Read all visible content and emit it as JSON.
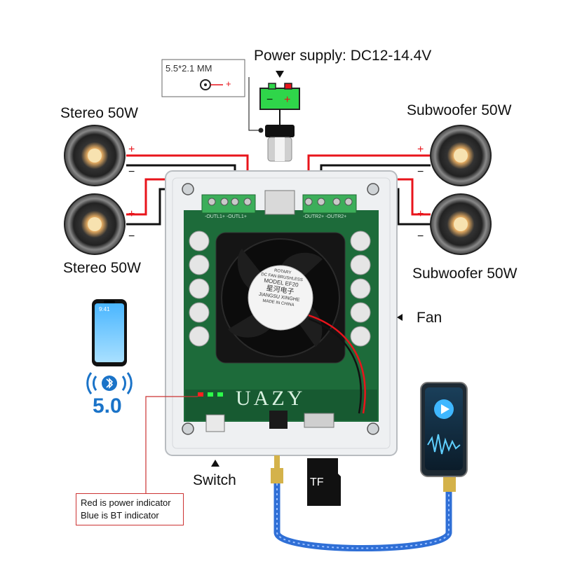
{
  "labels": {
    "power_supply": "Power supply: DC12-14.4V",
    "jack_size": "5.5*2.1 MM",
    "plus": "+",
    "minus": "−",
    "stereo_top": "Stereo 50W",
    "stereo_bottom": "Stereo 50W",
    "sub_top": "Subwoofer 50W",
    "sub_bottom": "Subwoofer 50W",
    "fan": "Fan",
    "switch": "Switch",
    "bt_version": "5.0",
    "tf": "TF",
    "phone_time": "9:41",
    "indicator_red": "Red is power indicator",
    "indicator_blue": "Blue is BT indicator",
    "board_brand": "UAZY",
    "out_left": "-OUTL1+ -OUTL1+",
    "out_right": "-OUTR2+ -OUTR2+"
  },
  "fan_label": {
    "line1": "ROTARY",
    "line2": "DC FAN BRUSHLESS",
    "model": "MODEL EF20",
    "chinese": "星河电子",
    "maker": "JIANGSU XINGHE",
    "origin": "MADE IN CHINA"
  },
  "colors": {
    "wire_red": "#e8141b",
    "wire_black": "#111111",
    "board_green": "#1d6b3a",
    "terminal_green": "#3cae5a",
    "battery_green": "#2fd64a",
    "bt_blue": "#1a73c8",
    "cable_blue": "#2f6fd6",
    "note_border": "#c33333"
  }
}
